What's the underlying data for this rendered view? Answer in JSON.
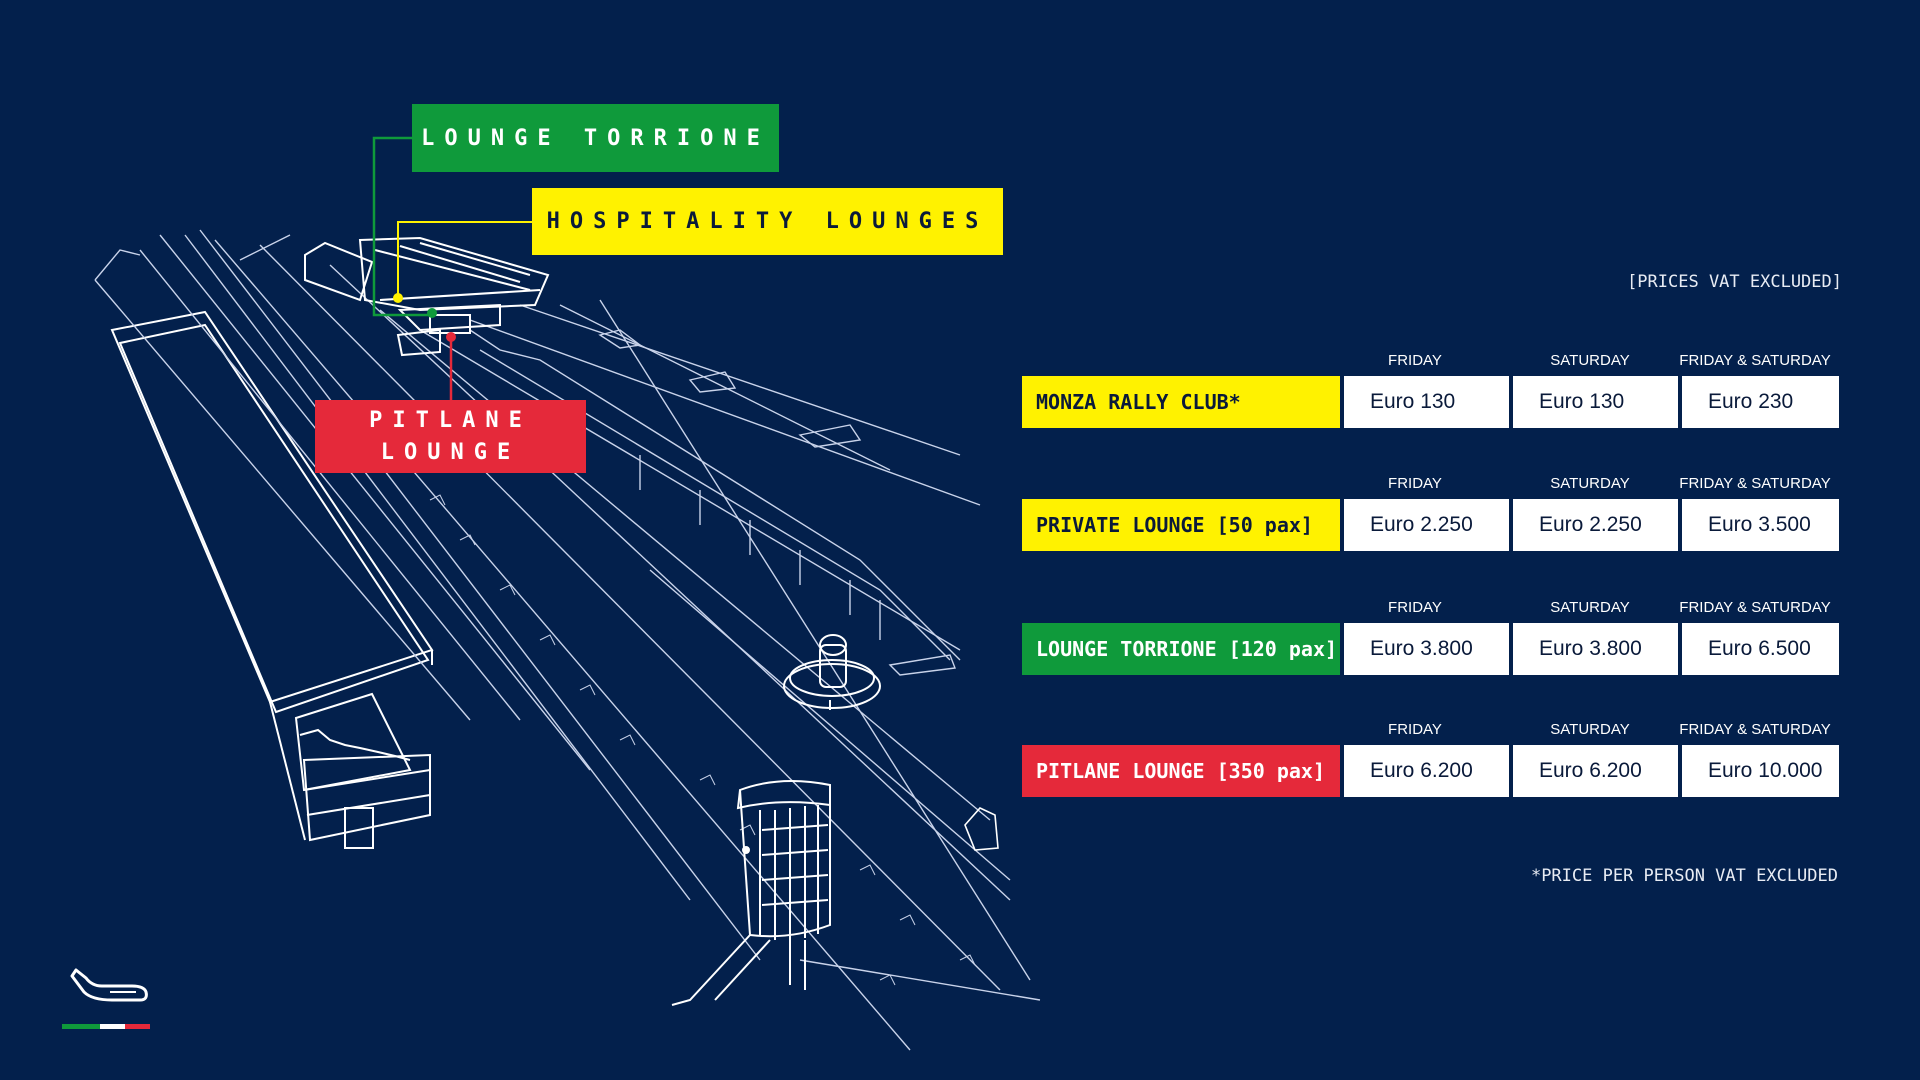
{
  "callouts": {
    "torrione": "LOUNGE TORRIONE",
    "hospitality": "HOSPITALITY LOUNGES",
    "pitlane_line1": "PITLANE",
    "pitlane_line2": "LOUNGE"
  },
  "notes": {
    "vat_excluded": "[PRICES VAT EXCLUDED]",
    "per_person": "*PRICE PER PERSON VAT EXCLUDED"
  },
  "columns": [
    "FRIDAY",
    "SATURDAY",
    "FRIDAY & SATURDAY"
  ],
  "packages": [
    {
      "name": "MONZA RALLY CLUB*",
      "color": "#fff200",
      "text_color": "#0a1a3a",
      "prices": [
        "Euro 130",
        "Euro 130",
        "Euro 230"
      ]
    },
    {
      "name": "PRIVATE LOUNGE [50 pax]",
      "color": "#fff200",
      "text_color": "#0a1a3a",
      "prices": [
        "Euro 2.250",
        "Euro 2.250",
        "Euro 3.500"
      ]
    },
    {
      "name": "LOUNGE TORRIONE [120 pax]",
      "color": "#0f9a3b",
      "text_color": "#ffffff",
      "prices": [
        "Euro 3.800",
        "Euro 3.800",
        "Euro 6.500"
      ]
    },
    {
      "name": "PITLANE LOUNGE [350 pax]",
      "color": "#e5293a",
      "text_color": "#ffffff",
      "prices": [
        "Euro 6.200",
        "Euro 6.200",
        "Euro 10.000"
      ]
    }
  ],
  "colors": {
    "background": "#03204c",
    "green": "#0f9a3b",
    "yellow": "#fff200",
    "red": "#e5293a",
    "line": "#c9d3ea"
  },
  "icons": [
    "monza-circuit-logo-icon",
    "italian-flag-stripe-icon"
  ]
}
